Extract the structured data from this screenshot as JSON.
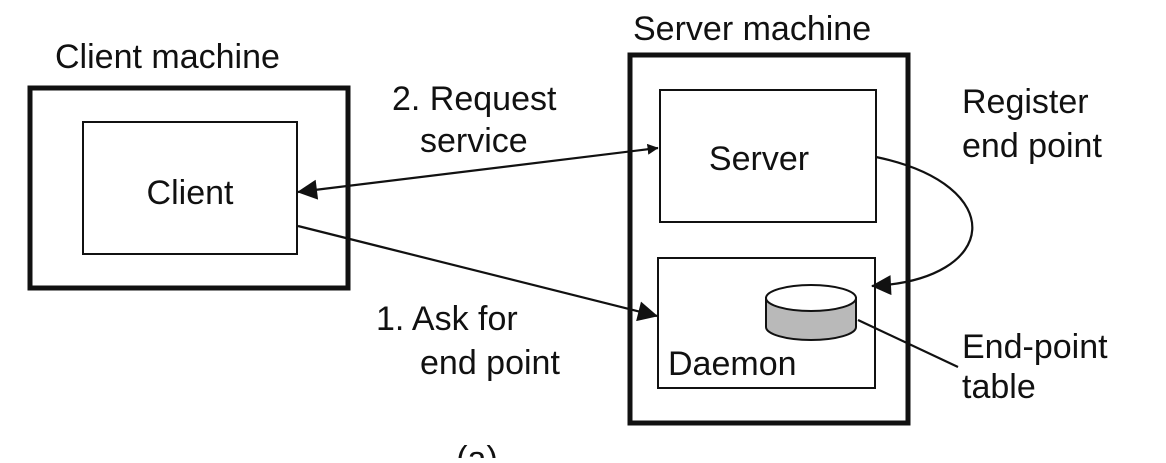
{
  "client_machine": {
    "title": "Client machine",
    "process": "Client"
  },
  "server_machine": {
    "title": "Server machine",
    "server": "Server",
    "daemon": "Daemon"
  },
  "labels": {
    "request": [
      "2. Request",
      "service"
    ],
    "register": [
      "Register",
      "end point"
    ],
    "ask": [
      "1. Ask for",
      "end point"
    ],
    "table": [
      "End-point",
      "table"
    ],
    "caption": "(a)"
  },
  "colors": {
    "stroke": "#111111",
    "db_fill": "#b9b9b9",
    "background": "#ffffff"
  }
}
